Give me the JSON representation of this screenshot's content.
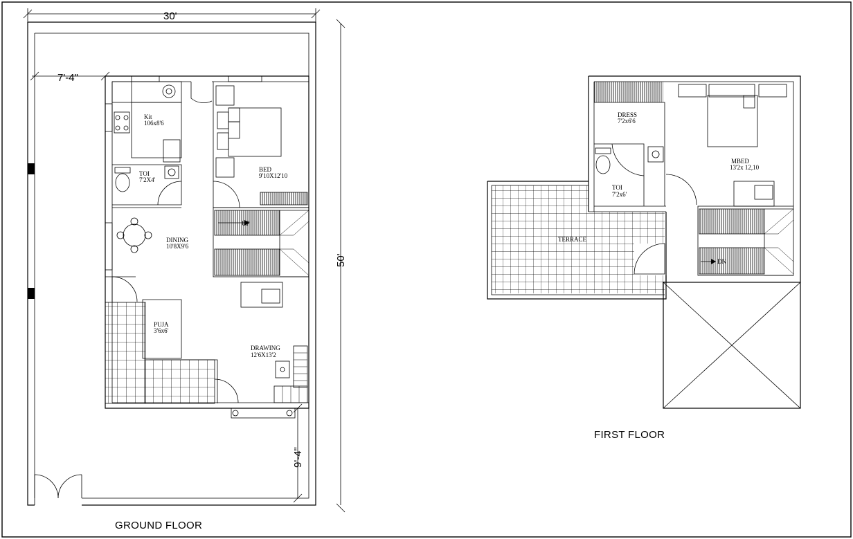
{
  "dimensions": {
    "plot_width": "30'",
    "plot_depth": "50'",
    "front_setback": "7'-4\"",
    "side_setback": "9'-4\""
  },
  "ground_floor": {
    "caption": "GROUND FLOOR",
    "rooms": [
      {
        "name": "Kit",
        "size": "106x8'6"
      },
      {
        "name": "TOI",
        "size": "7'2X4'"
      },
      {
        "name": "BED",
        "size": "9'10X12'10"
      },
      {
        "name": "DINING",
        "size": "10'8X9'6"
      },
      {
        "name": "PUJA",
        "size": "3'6x6'"
      },
      {
        "name": "DRAWING",
        "size": "12'6X13'2"
      }
    ],
    "stair_label": "UP"
  },
  "first_floor": {
    "caption": "FIRST FLOOR",
    "rooms": [
      {
        "name": "DRESS",
        "size": "7'2x6'6"
      },
      {
        "name": "TOI",
        "size": "7'2x6'"
      },
      {
        "name": "MBED",
        "size": "13'2x 12,10"
      },
      {
        "name": "TERRACE",
        "size": ""
      }
    ],
    "stair_label": "DN"
  }
}
